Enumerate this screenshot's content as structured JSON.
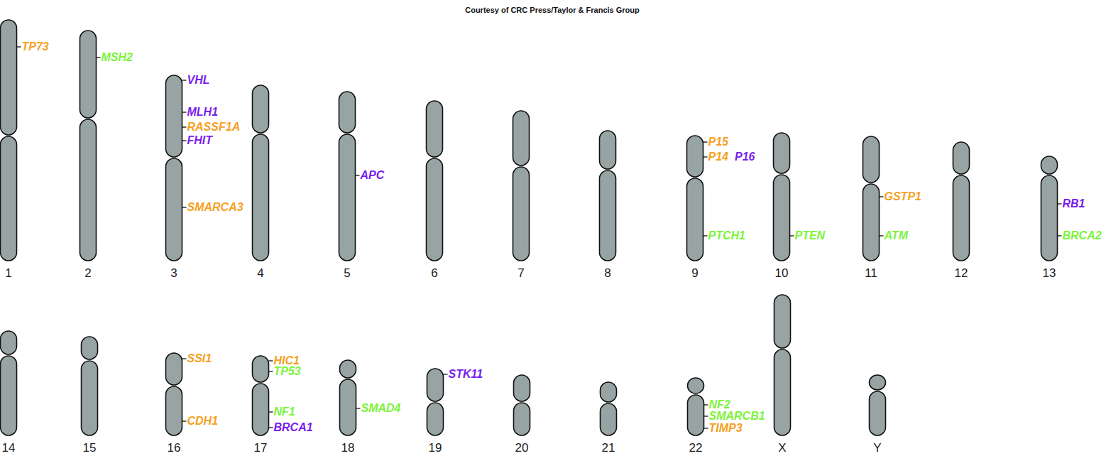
{
  "diagram": {
    "labels": [
      "Courtesy of CRC Press/Taylor & Francis Group",
      "TP73",
      "1",
      "MSH2",
      "2",
      "VHL",
      "MLH1",
      "RASSF1A",
      "FHIT",
      "SMARCA3",
      "3",
      "4",
      "APC",
      "5",
      "6",
      "7",
      "8",
      "P15",
      "P14",
      "P16",
      "PTCH1",
      "9",
      "PTEN",
      "10",
      "GSTP1",
      "ATM",
      "11",
      "12",
      "RB1",
      "BRCA2",
      "13",
      "14",
      "15",
      "SSI1",
      "CDH1",
      "16",
      "HIC1",
      "TP53",
      "NF1",
      "BRCA1",
      "17",
      "SMAD4",
      "18",
      "STK11",
      "19",
      "20",
      "21",
      "NF2",
      "SMARCB1",
      "TIMP3",
      "22",
      "X",
      "Y"
    ]
  }
}
